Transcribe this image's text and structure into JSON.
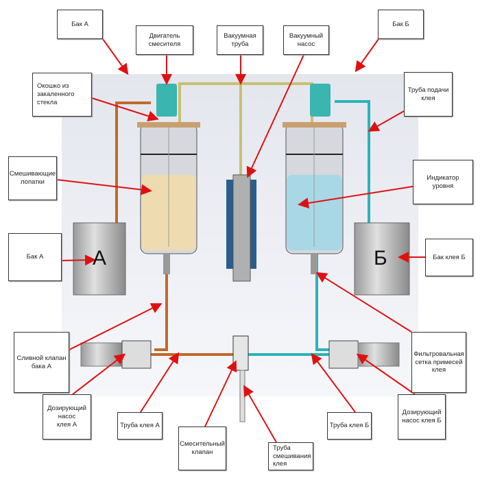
{
  "labels": {
    "tank_a_top": "Бак А",
    "mixer_motor": "Двигатель\nсмесителя",
    "vacuum_pipe": "Вакуумная\nтруба",
    "vacuum_pump": "Вакуумный\nнасос",
    "tank_b_top": "Бак Б",
    "glass_window": "Окошко из\nзакаленного\nстекла",
    "glue_feed_pipe": "Труба подачи\nклея",
    "mixing_blades": "Смешивающие\nлопатки",
    "level_indicator": "Индикатор\nуровня",
    "tank_a_side": "Бак А",
    "glue_tank_b": "Бак клея Б",
    "drain_valve_a": "Сливной клапан\nбака А",
    "filter_mesh": "Фильтровальная\nсетка примесей\nклея",
    "dosing_pump_a": "Дозирующий\nнасос\nклея А",
    "glue_pipe_a": "Труба клея А",
    "mixing_valve": "Смесительный\nклапан",
    "mixing_tube": "Труба\nсмешивания\nклея",
    "glue_pipe_b": "Труба клея Б",
    "dosing_pump_b": "Дозирующий\nнасос клея Б"
  },
  "tank_letters": {
    "a": "А",
    "b": "Б"
  },
  "colors": {
    "arrow": "#e01010",
    "pipe_a": "#c0692a",
    "pipe_b": "#2bb3b8",
    "vacuum": "#c8c070",
    "liquid_a": "#eedcb0",
    "liquid_b": "#a8d8e6",
    "motor": "#3ab5b0"
  }
}
